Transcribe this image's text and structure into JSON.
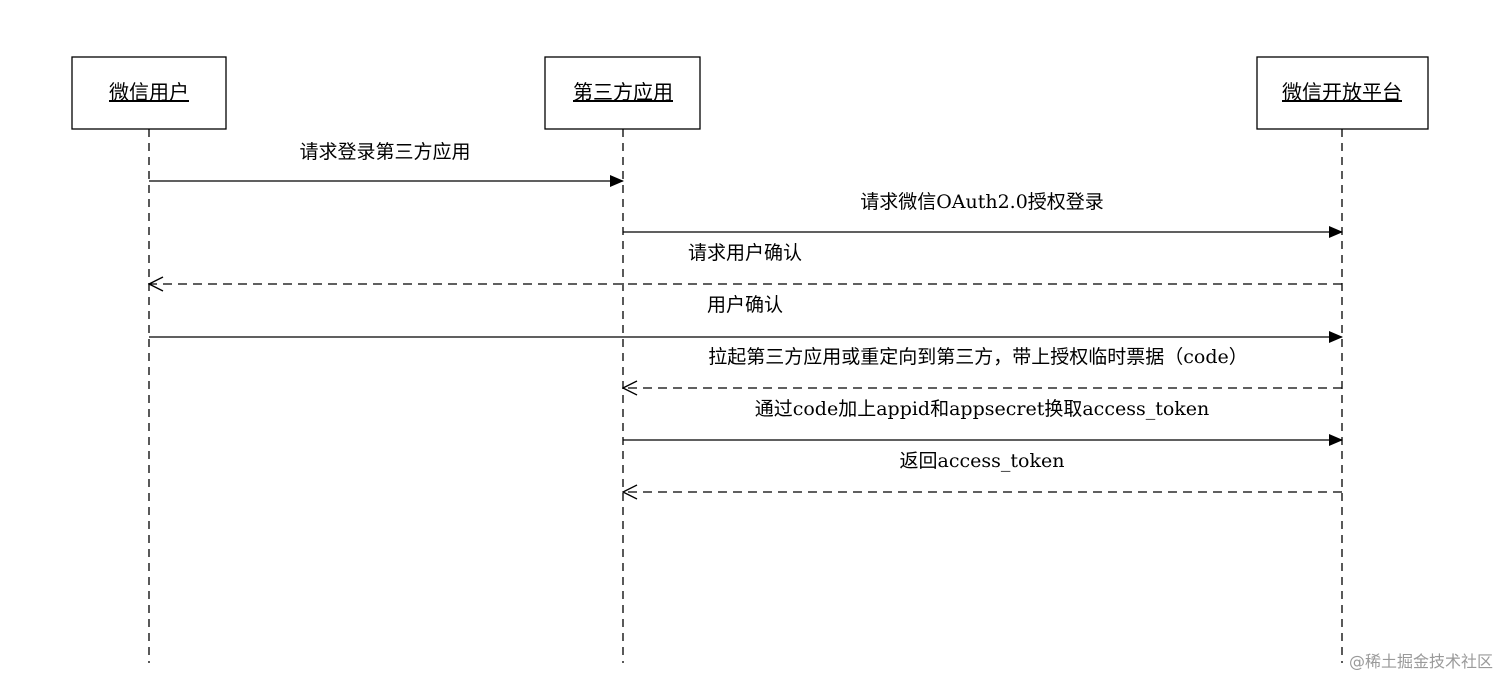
{
  "actors": [
    {
      "id": "user",
      "label": "微信用户"
    },
    {
      "id": "app",
      "label": "第三方应用"
    },
    {
      "id": "platform",
      "label": "微信开放平台"
    }
  ],
  "messages": [
    {
      "from": "user",
      "to": "app",
      "label": "请求登录第三方应用",
      "style": "solid"
    },
    {
      "from": "app",
      "to": "platform",
      "label": "请求微信OAuth2.0授权登录",
      "style": "solid"
    },
    {
      "from": "platform",
      "to": "user",
      "label": "请求用户确认",
      "style": "dashed"
    },
    {
      "from": "user",
      "to": "platform",
      "label": "用户确认",
      "style": "solid"
    },
    {
      "from": "platform",
      "to": "app",
      "label": "拉起第三方应用或重定向到第三方，带上授权临时票据（code）",
      "style": "dashed"
    },
    {
      "from": "app",
      "to": "platform",
      "label": "通过code加上appid和appsecret换取access_token",
      "style": "solid"
    },
    {
      "from": "platform",
      "to": "app",
      "label": "返回access_token",
      "style": "dashed"
    }
  ],
  "watermark": "@稀土掘金技术社区"
}
